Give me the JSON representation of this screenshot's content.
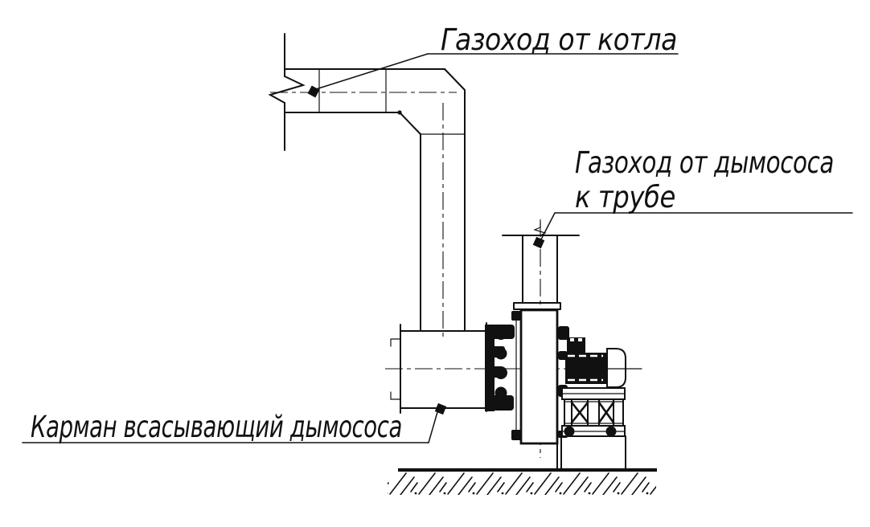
{
  "drawing": {
    "background_color": "#ffffff",
    "stroke_color": "#111111",
    "labels": {
      "boiler_duct": "Газоход от котла",
      "exhauster_to_chimney_line1": "Газоход от дымососа",
      "exhauster_to_chimney_line2": "к трубе",
      "suction_pocket": "Карман всасывающий дымососа"
    },
    "markers": {
      "leader_point": "filled-diamond"
    }
  }
}
